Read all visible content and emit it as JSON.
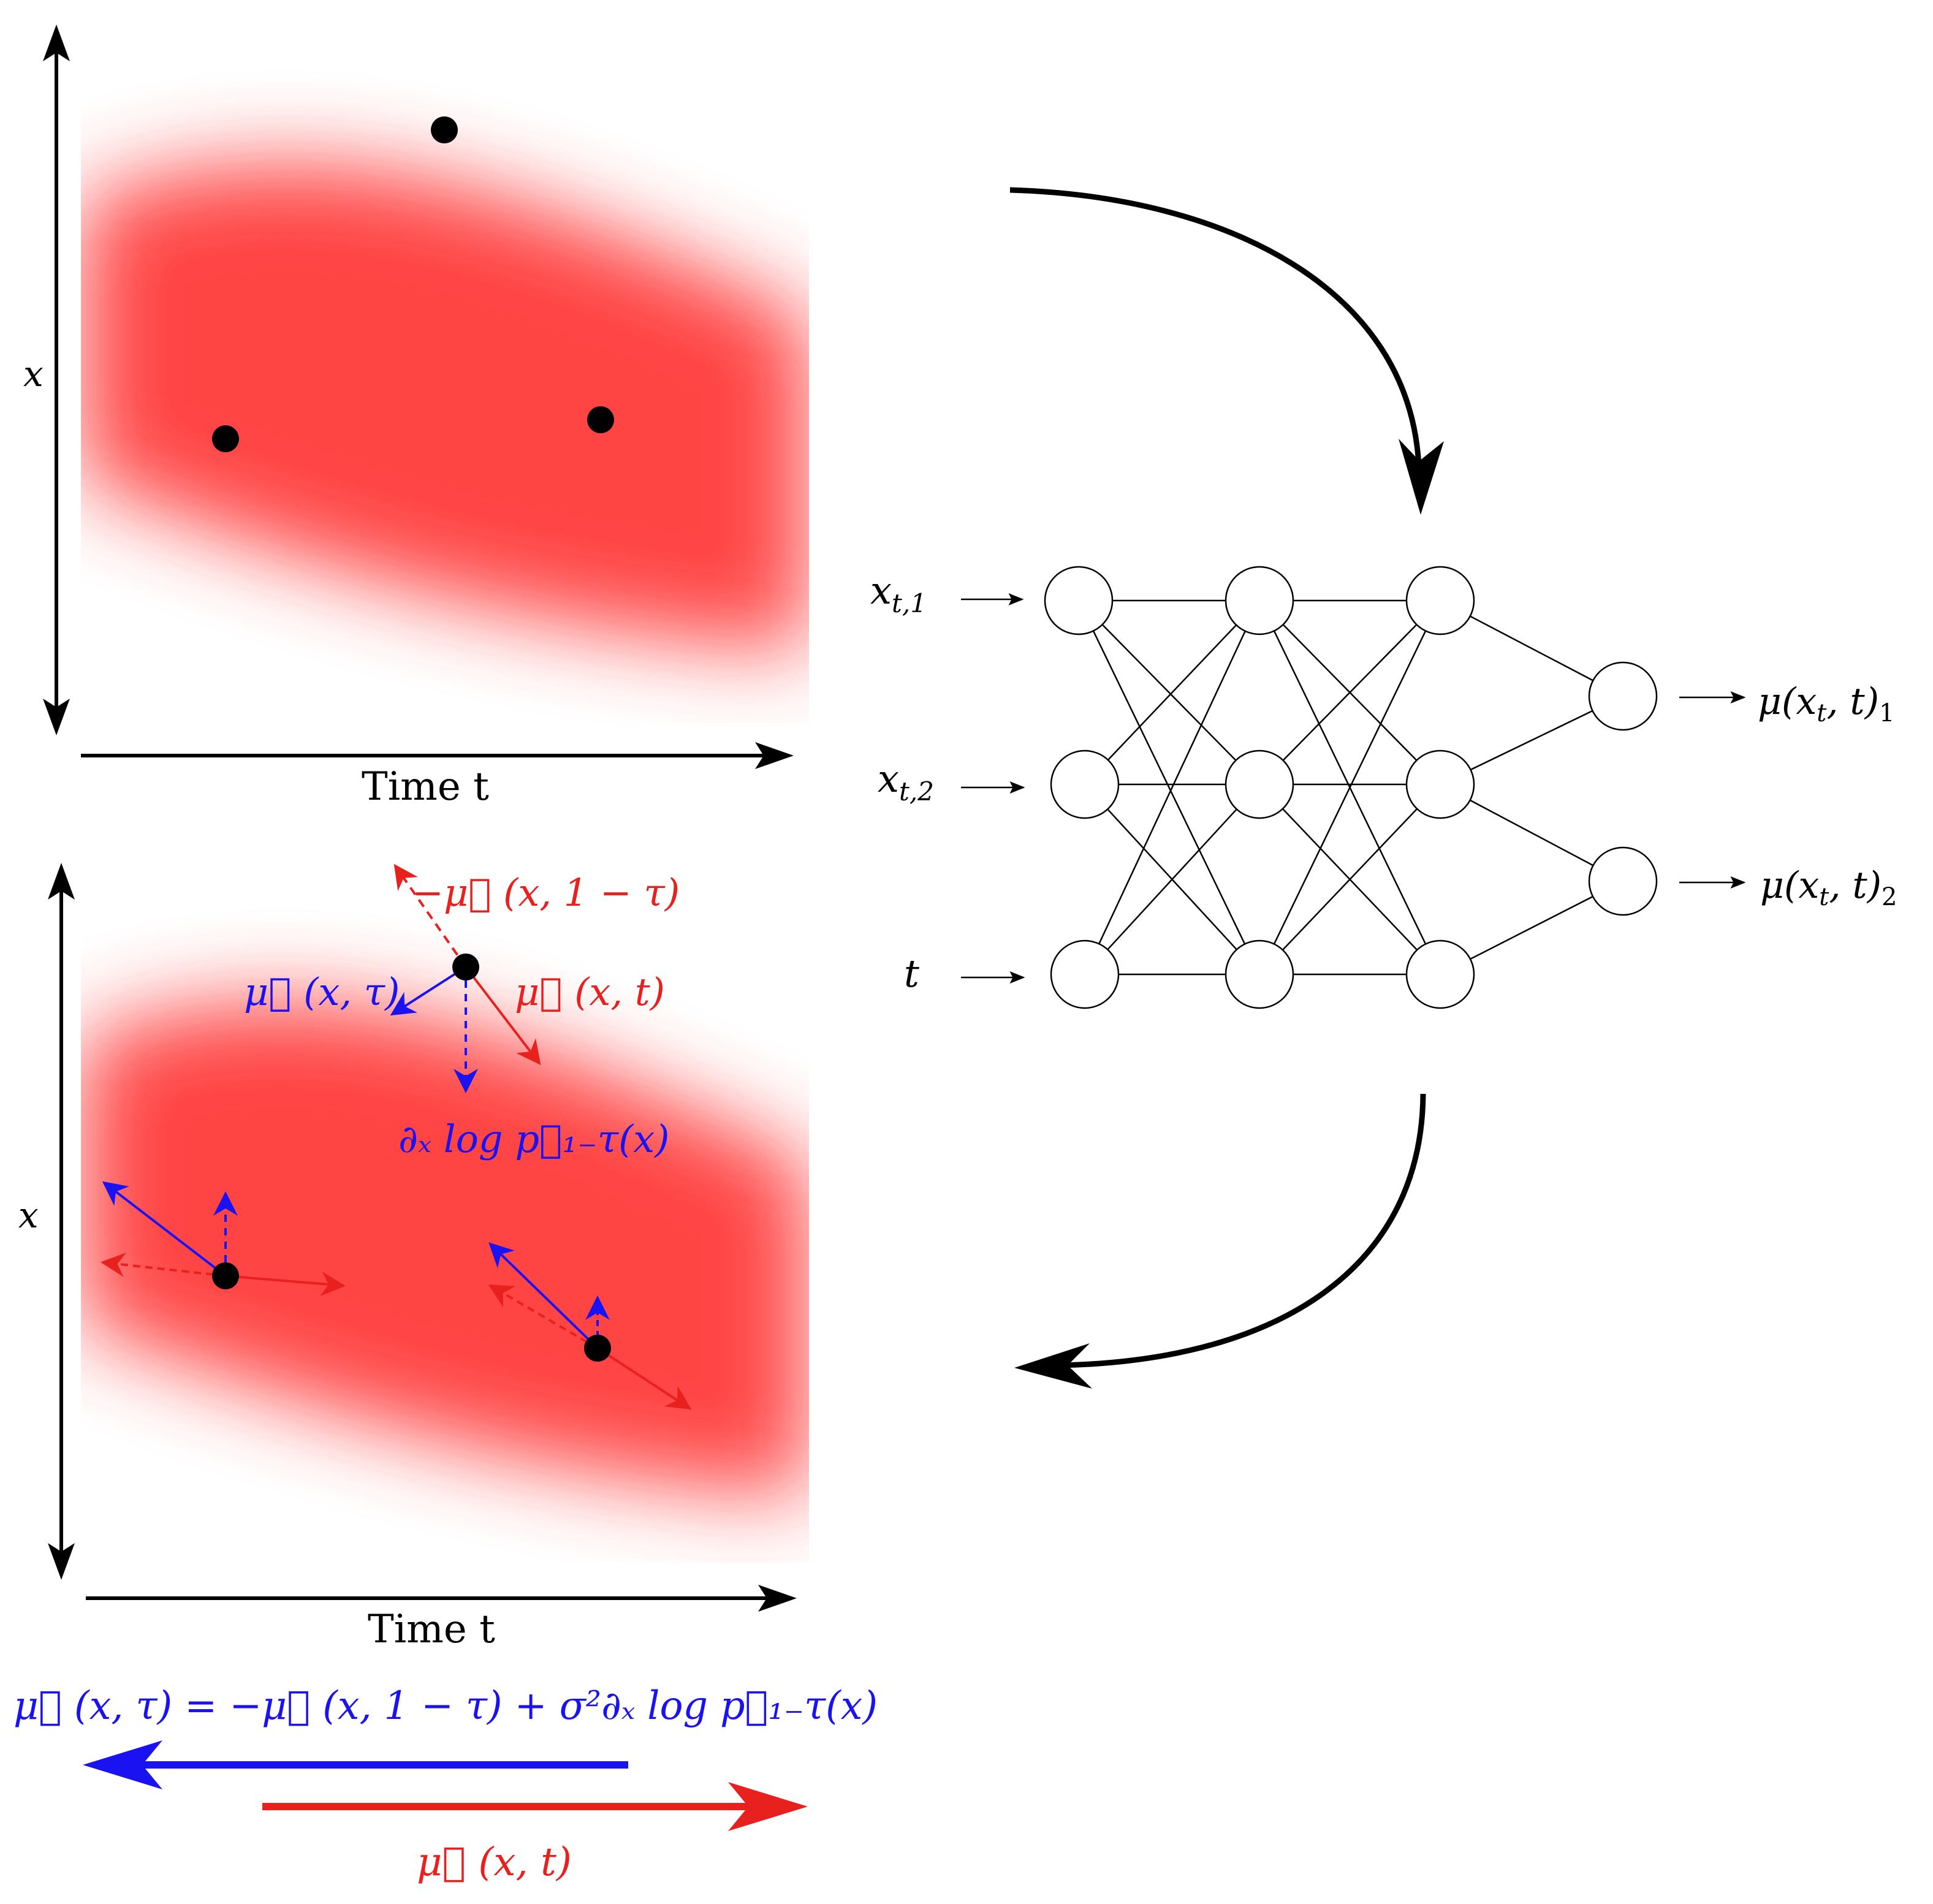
{
  "colors": {
    "density_red": "#ff3b3b",
    "forward": "#e8211f",
    "backward": "#1a12f0",
    "ink": "#000000"
  },
  "top_panel": {
    "y_label": "x",
    "x_label": "Time t"
  },
  "bottom_panel": {
    "y_label": "x",
    "x_label": "Time t",
    "label_neg_forward": "−μ⃗ (x, 1 − τ)",
    "label_backward": "μ⃖ (x, τ)",
    "label_forward": "μ⃗ (x, t)",
    "label_score": "∂ₓ log p⃗₁₋τ(x)"
  },
  "network": {
    "inputs": [
      "x",
      "x",
      "t"
    ],
    "input_subscripts": [
      "t,1",
      "t,2",
      ""
    ],
    "outputs": [
      "μ(x",
      "μ(x"
    ],
    "output_subscripts": [
      "1",
      "2"
    ]
  },
  "equation": {
    "text": "μ⃖ (x, τ) = −μ⃗ (x, 1 − τ) + σ²∂ₓ log p⃗₁₋τ(x)",
    "forward_label": "μ⃗ (x, t)"
  },
  "icons": [
    "curved-arrow-icon",
    "arrow-icon"
  ]
}
